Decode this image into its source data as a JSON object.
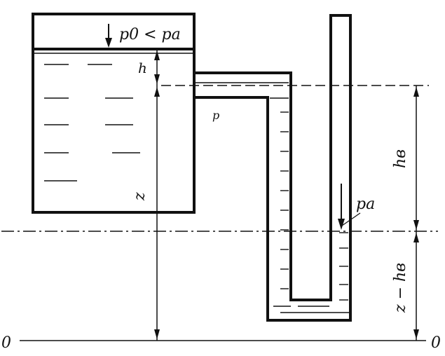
{
  "labels": {
    "lid_pressure": "p0 < pa",
    "h": "h",
    "p": "p",
    "z": "z",
    "hv": "hв",
    "pa": "pa",
    "z_minus_hv": "z − hв",
    "datum_left": "0",
    "datum_right": "0"
  }
}
